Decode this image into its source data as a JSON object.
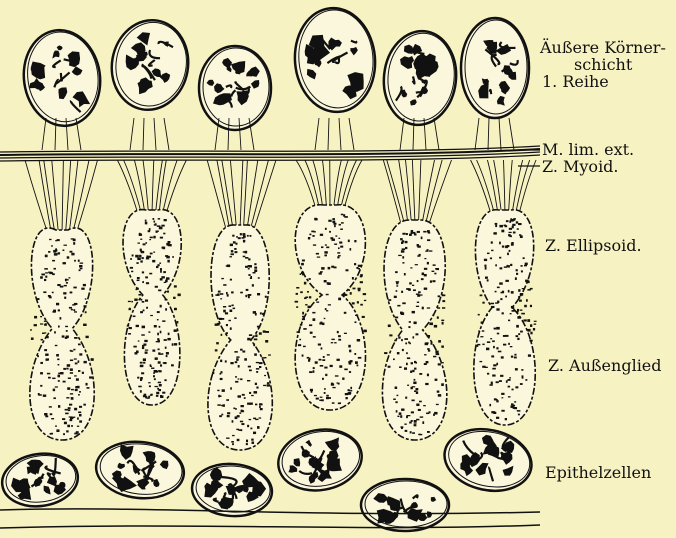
{
  "figure": {
    "background": "#f7f2c2",
    "ink": "#111111",
    "labels": {
      "outer_nuclear_line1": "Äußere Körner-",
      "outer_nuclear_line2": "schicht",
      "outer_nuclear_line3": "1. Reihe",
      "limitans": "M. lim. ext.",
      "myoid": "Z. Myoid.",
      "ellipsoid": "Z. Ellipsoid.",
      "outer_segment": "Z. Außenglied",
      "epithelium": "Epithelzellen"
    }
  }
}
